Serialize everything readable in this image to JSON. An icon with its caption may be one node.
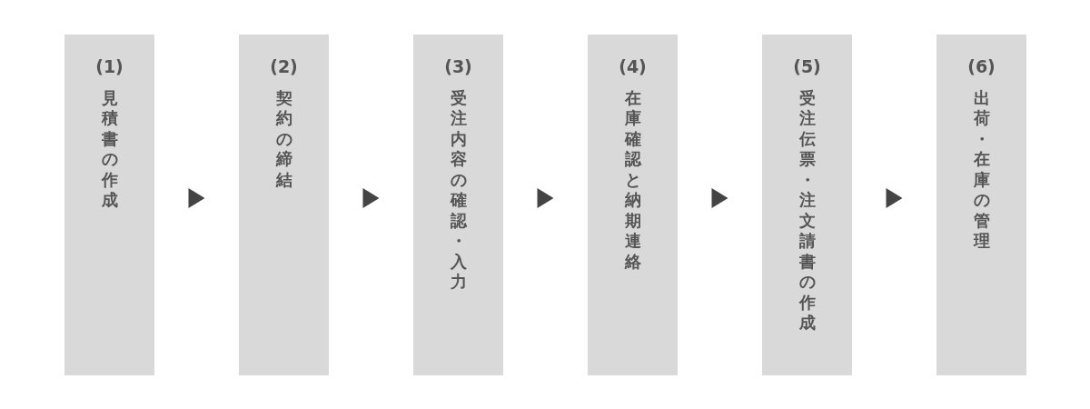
{
  "diagram": {
    "nodes": [
      {
        "text": [
          "(1)",
          "見積書の作成"
        ]
      },
      {
        "text": [
          "(2)",
          "契約の締結"
        ]
      },
      {
        "text": [
          "(3)",
          "受注内容の確認・入力"
        ]
      },
      {
        "text": [
          "(4)",
          "在庫確認と納期連絡"
        ]
      },
      {
        "text": [
          "(5)",
          "受注伝票・注文請書の作成"
        ]
      },
      {
        "text": [
          "(6)",
          "出荷・在庫の管理"
        ]
      }
    ],
    "edges": [
      {
        "from": 0,
        "to": 1,
        "arrow": "to"
      },
      {
        "from": 1,
        "to": 2,
        "arrow": "to"
      },
      {
        "from": 2,
        "to": 3,
        "arrow": "to"
      },
      {
        "from": 3,
        "to": 4,
        "arrow": "to"
      },
      {
        "from": 4,
        "to": 5,
        "arrow": "to"
      }
    ]
  }
}
